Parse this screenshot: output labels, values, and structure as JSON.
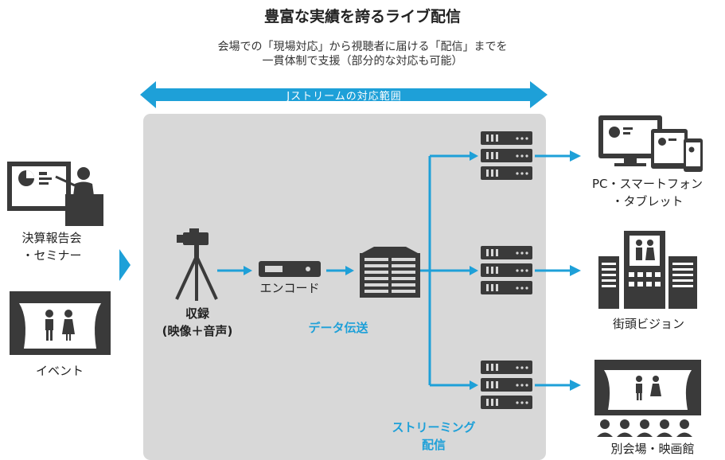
{
  "header": {
    "title": "豊富な実績を誇るライブ配信",
    "subtitle_line1": "会場での「現場対応」から視聴者に届ける「配信」までを",
    "subtitle_line2": "一貫体制で支援（部分的な対応も可能）",
    "range_label": "Jストリームの対応範囲"
  },
  "sources": {
    "seminar_line1": "決算報告会",
    "seminar_line2": "・セミナー",
    "event": "イベント"
  },
  "process": {
    "camera_line1": "収録",
    "camera_line2": "(映像＋音声)",
    "encoder": "エンコード",
    "transfer": "データ伝送",
    "streaming_line1": "ストリーミング",
    "streaming_line2": "配信"
  },
  "outputs": {
    "devices_line1": "PC・スマートフォン",
    "devices_line2": "・タブレット",
    "signage": "街頭ビジョン",
    "venue": "別会場・映画館"
  },
  "colors": {
    "accent_blue": "#1ea0d8",
    "panel_gray": "#d8d8d8",
    "icon_dark": "#3a3a3a"
  }
}
